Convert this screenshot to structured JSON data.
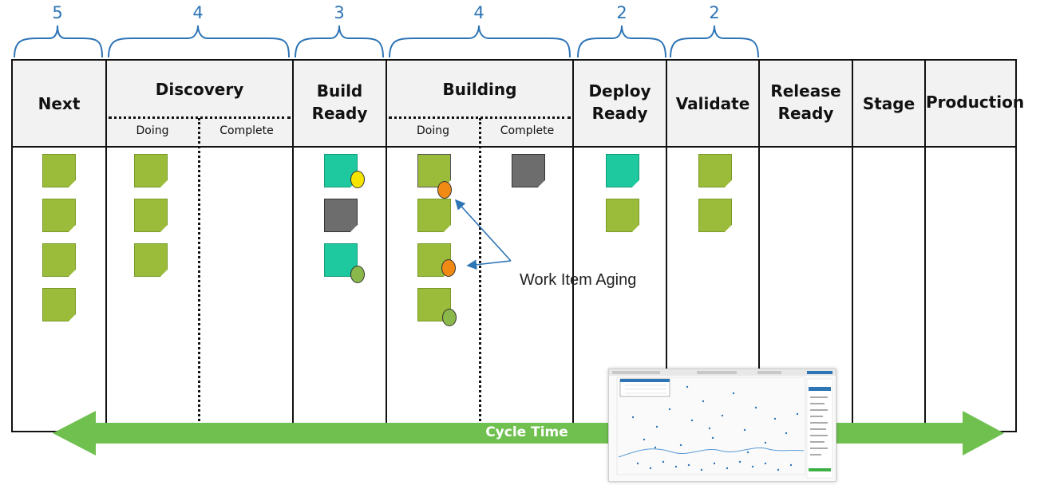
{
  "wip_limits": [
    "5",
    "4",
    "3",
    "4",
    "2",
    "2"
  ],
  "columns": {
    "next": "Next",
    "discovery": "Discovery",
    "build_ready_line1": "Build",
    "build_ready_line2": "Ready",
    "building": "Building",
    "deploy_ready_line1": "Deploy",
    "deploy_ready_line2": "Ready",
    "validate": "Validate",
    "release_ready_line1": "Release",
    "release_ready_line2": "Ready",
    "stage": "Stage",
    "production": "Production"
  },
  "subcolumns": {
    "discovery_doing": "Doing",
    "discovery_complete": "Complete",
    "building_doing": "Doing",
    "building_complete": "Complete"
  },
  "annotation": "Work Item Aging",
  "cycle_time_label": "Cycle Time",
  "colors": {
    "wip_accent": "#2e75b6",
    "card_green": "#9bbb3a",
    "card_teal": "#1fc9a0",
    "card_gray": "#6d6d6d",
    "aging_yellow": "#f5e400",
    "aging_orange": "#f08a14",
    "aging_green": "#8bb84a",
    "cycle_arrow": "#70c050",
    "annotation_arrow": "#2e75b6"
  },
  "icons": {
    "cards": "sticky-note-icon",
    "aging": "aging-dot-icon",
    "cycle": "double-headed-arrow-icon",
    "thumbnail": "scatterplot-thumbnail"
  }
}
